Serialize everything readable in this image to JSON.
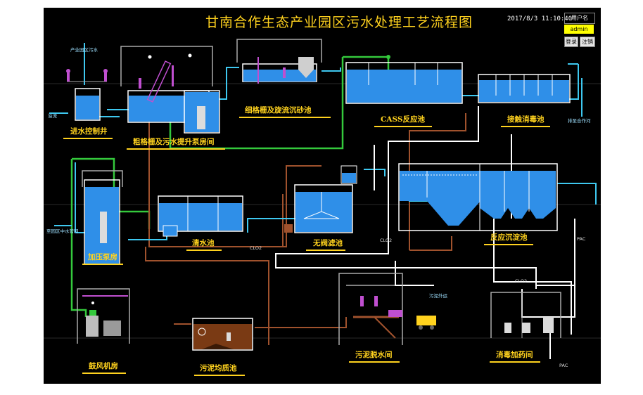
{
  "header": {
    "title": "甘南合作生态产业园区污水处理工艺流程图",
    "datetime": "2017/8/3 11:10:40",
    "user_label": "用户名",
    "user_name": "admin",
    "login_label": "登录",
    "logout_label": "注销"
  },
  "units": {
    "inlet_well": "进水控制井",
    "coarse_screen": "粗格栅及污水提升泵房间",
    "fine_screen": "细格栅及旋流沉砂池",
    "cass": "CASS反应池",
    "contact_tank": "接触消毒池",
    "pressure_pump": "加压泵房",
    "clear_water": "清水池",
    "valveless_filter": "无阀滤池",
    "reaction_sediment": "反应沉淀池",
    "blower": "鼓风机房",
    "sludge_tank": "污泥均质池",
    "sludge_dewater": "污泥脱水间",
    "dosing_room": "消毒加药间"
  },
  "tags": {
    "park_sewage": "产业园区污水",
    "overflow": "溢流",
    "to_river": "排至合作河",
    "reuse": "至园区中水管网",
    "sludge_out": "污泥外运",
    "clo2_a": "CLO2",
    "clo2_b": "CLO2",
    "clo2_c": "CLO2",
    "pac_a": "PAC",
    "pac_b": "PAC"
  },
  "colors": {
    "water": "#2f8fe8",
    "tank_outline": "#ffffff",
    "pipe_water": "#3ec8f0",
    "pipe_air": "#34c93c",
    "pipe_sludge": "#a0522d",
    "pipe_chem": "#ffffff",
    "label": "#ffd21e",
    "equipment": "#c04fd0"
  }
}
